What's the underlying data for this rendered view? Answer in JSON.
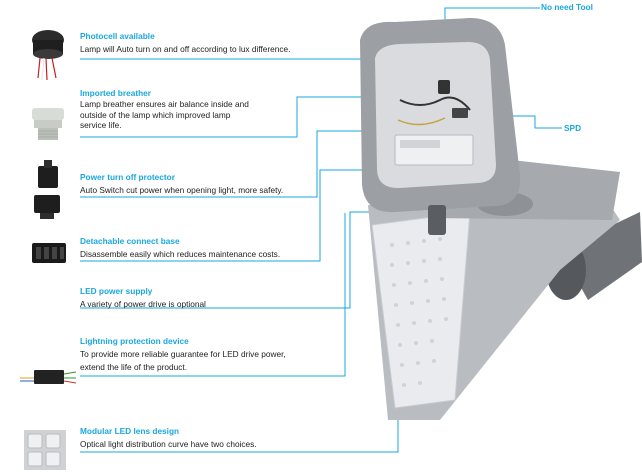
{
  "colors": {
    "accent": "#1aa7e0",
    "text": "#222222",
    "housing": "#9c9fa3"
  },
  "callouts": {
    "no_need_tool": "No need Tool",
    "spd": "SPD"
  },
  "features": [
    {
      "id": "photocell",
      "title": "Photocell available",
      "lines": [
        "Lamp will Auto turn on and off according to lux difference."
      ]
    },
    {
      "id": "breather",
      "title": "Imported breather",
      "lines": [
        "Lamp breather ensures air balance inside and",
        "outside of the lamp which improved lamp",
        "service life."
      ]
    },
    {
      "id": "power-protector",
      "title": "Power turn off protector",
      "lines": [
        "Auto Switch cut power when opening light,  more safety."
      ]
    },
    {
      "id": "connect-base",
      "title": "Detachable connect base",
      "lines": [
        "Disassemble easily which reduces maintenance costs."
      ]
    },
    {
      "id": "led-supply",
      "title": "LED power supply",
      "lines": [
        "A variety of power drive is optional"
      ]
    },
    {
      "id": "lightning",
      "title": "Lightning protection device",
      "lines": [
        "To provide more reliable guarantee for LED drive power,",
        "extend the life of the product."
      ]
    },
    {
      "id": "lens",
      "title": "Modular LED lens design",
      "lines": [
        "Optical light distribution curve have two choices."
      ]
    }
  ]
}
